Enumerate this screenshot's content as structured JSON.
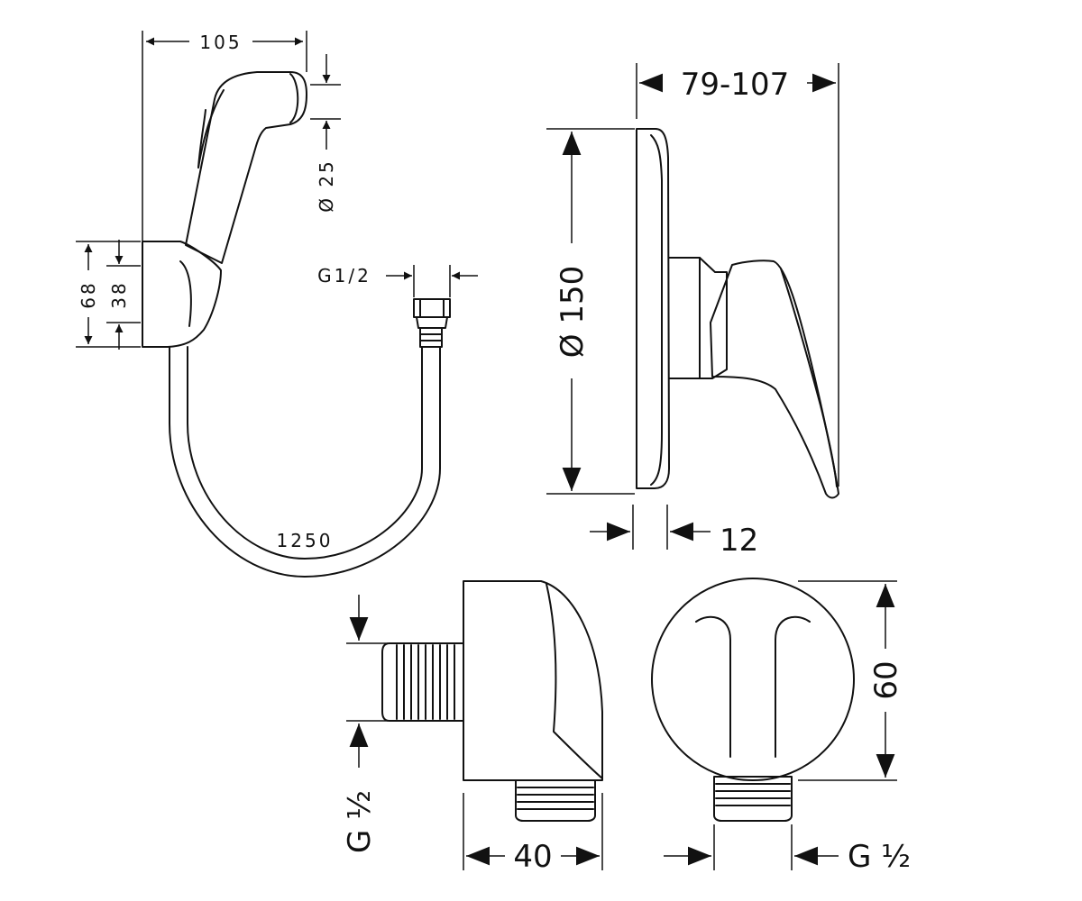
{
  "colors": {
    "stroke": "#111111",
    "background": "#ffffff"
  },
  "dimensions": {
    "handshower_width": "105",
    "spray_diameter": "Ø 25",
    "holder_height": "68",
    "holder_inner": "38",
    "hose_thread": "G1/2",
    "hose_length": "1250",
    "mixer_depth": "79-107",
    "rosette_diameter": "Ø 150",
    "rosette_thickness": "12",
    "outlet_thread_side": "G ½",
    "elbow_depth": "40",
    "elbow_diameter": "60",
    "outlet_thread_front": "G ½"
  }
}
